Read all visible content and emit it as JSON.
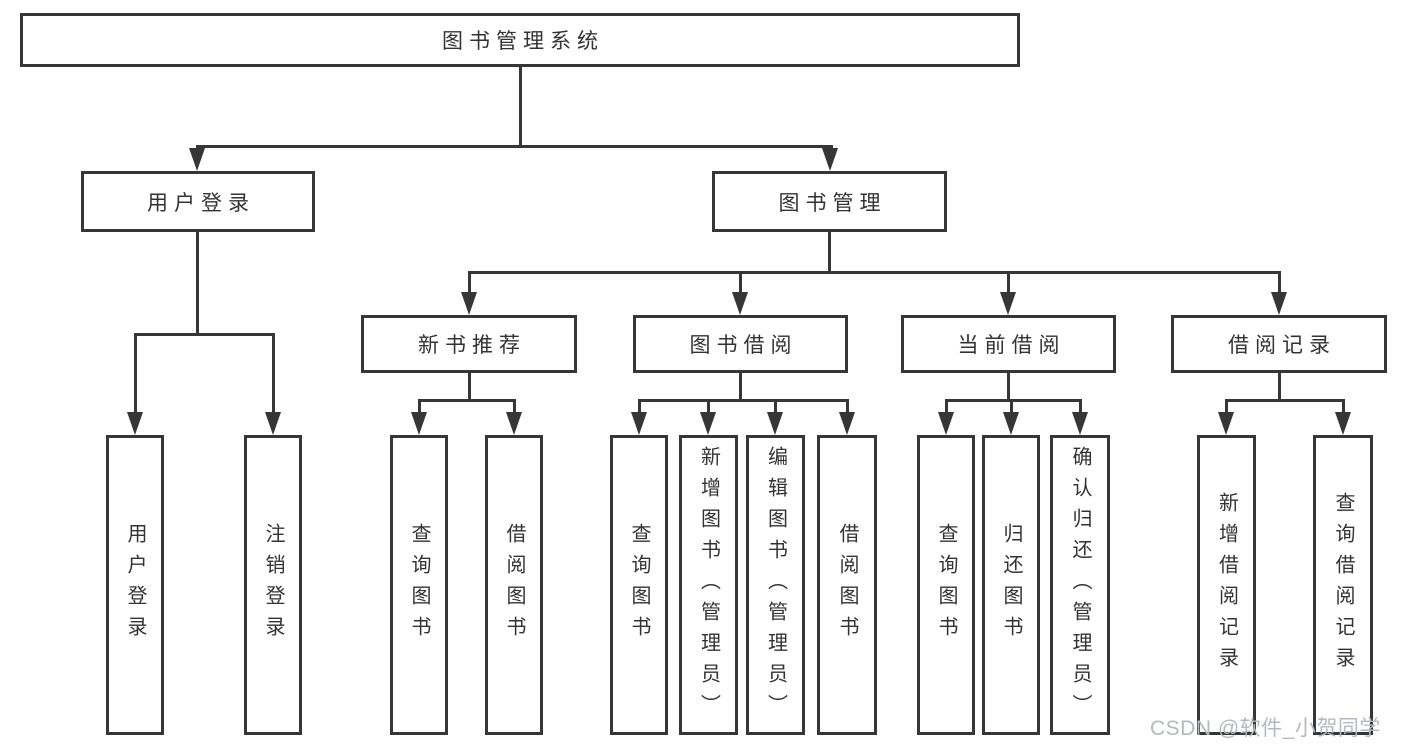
{
  "tree": {
    "root": "图书管理系统",
    "branches": [
      {
        "label": "用户登录",
        "children": [
          "用户登录",
          "注销登录"
        ]
      },
      {
        "label": "图书管理",
        "groups": [
          {
            "label": "新书推荐",
            "children": [
              "查询图书",
              "借阅图书"
            ]
          },
          {
            "label": "图书借阅",
            "children": [
              "查询图书",
              "新增图书（管理员）",
              "编辑图书（管理员）",
              "借阅图书"
            ]
          },
          {
            "label": "当前借阅",
            "children": [
              "查询图书",
              "归还图书",
              "确认归还（管理员）"
            ]
          },
          {
            "label": "借阅记录",
            "children": [
              "新增借阅记录",
              "查询借阅记录"
            ]
          }
        ]
      }
    ]
  },
  "watermark": {
    "text": "CSDN @软件_小贺同学"
  },
  "colors": {
    "line": "#363636",
    "text": "#333333",
    "watermark": "#b5b8bc",
    "background": "#ffffff"
  }
}
